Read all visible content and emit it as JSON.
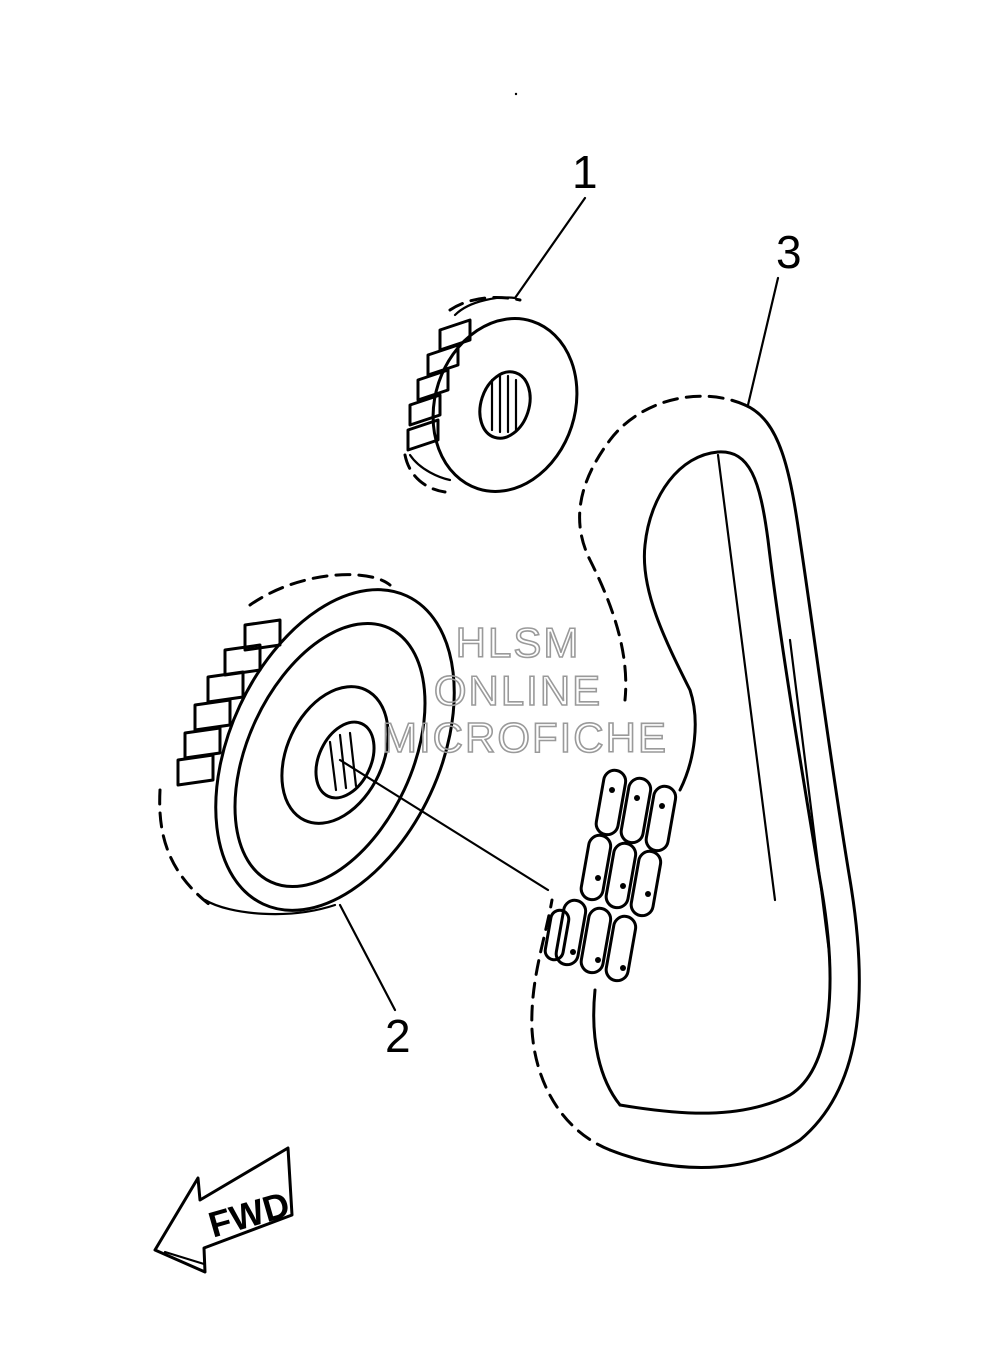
{
  "diagram": {
    "callouts": [
      {
        "id": "1",
        "label": "1"
      },
      {
        "id": "2",
        "label": "2"
      },
      {
        "id": "3",
        "label": "3"
      }
    ],
    "watermark": {
      "line1": "HLSM",
      "line2": "ONLINE",
      "line3": "MICROFICHE"
    },
    "direction_arrow": {
      "label": "FWD"
    }
  }
}
